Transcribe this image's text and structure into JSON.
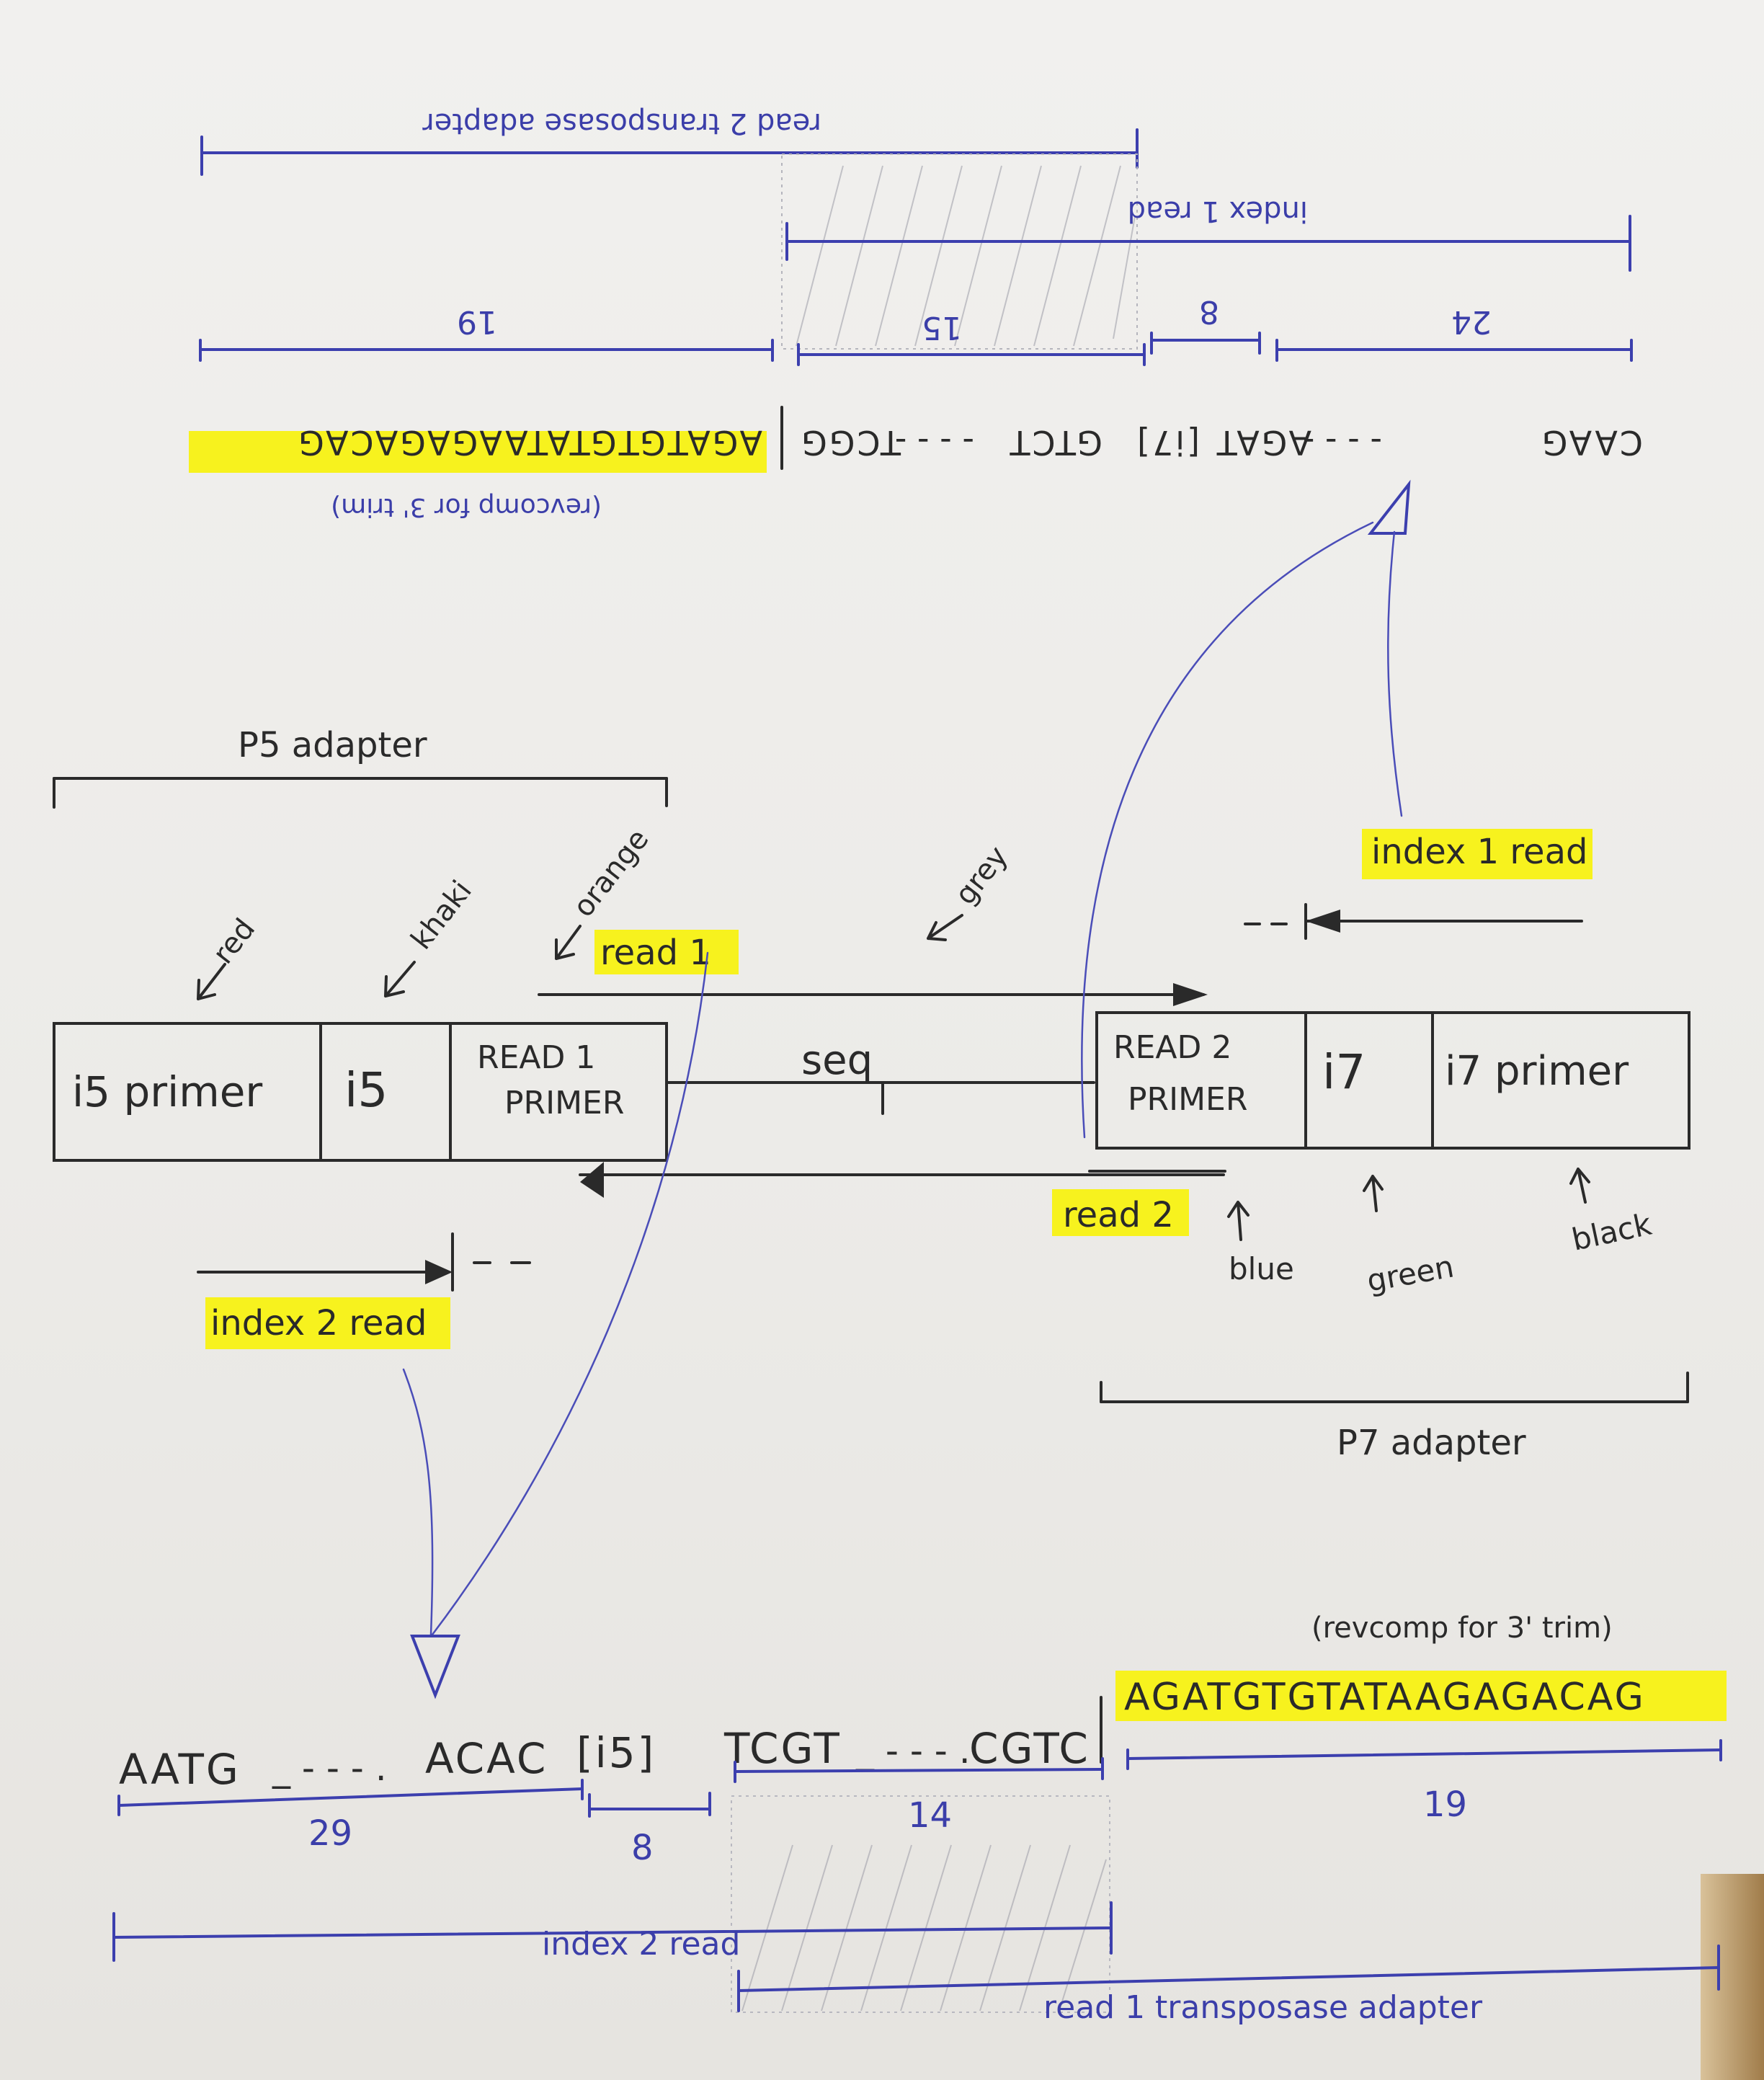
{
  "top_section": {
    "read2_transposase_adapter": "read 2 transposase adapter",
    "index1_read": "index 1 read",
    "dim_19": "19",
    "dim_15": "15",
    "dim_8": "8",
    "dim_24": "24",
    "seq_highlight": "AGATGTGTATAAGAGACAG",
    "seq_part1": "TCGG",
    "seq_part2": "GTCT",
    "seq_part3": "[i7]",
    "seq_part4": "AGAT",
    "seq_part5": "CAAG",
    "revcomp_note": "(revcomp for 3' trim)"
  },
  "middle_section": {
    "p5_adapter": "P5 adapter",
    "p7_adapter": "P7 adapter",
    "box_i5_primer": "i5 primer",
    "box_i5": "i5",
    "box_read1_primer_l1": "READ 1",
    "box_read1_primer_l2": "PRIMER",
    "box_seq": "seq",
    "box_read2_primer_l1": "READ 2",
    "box_read2_primer_l2": "PRIMER",
    "box_i7": "i7",
    "box_i7_primer": "i7 primer",
    "color_red": "red",
    "color_khaki": "khaki",
    "color_orange": "orange",
    "color_grey": "grey",
    "color_blue": "blue",
    "color_green": "green",
    "color_black": "black",
    "read1": "read 1",
    "read2": "read 2",
    "index1_read": "index 1 read",
    "index2_read": "index 2 read"
  },
  "bottom_section": {
    "revcomp_note": "(revcomp for 3' trim)",
    "seq_part1": "AATG",
    "seq_part2": "ACAC",
    "seq_part3": "[i5]",
    "seq_part4": "TCGT",
    "seq_part5": "CGTC",
    "seq_highlight": "AGATGTGTATAAGAGACAG",
    "dim_29": "29",
    "dim_8": "8",
    "dim_14": "14",
    "dim_19": "19",
    "index2_read": "index 2 read",
    "read1_transposase_adapter": "read 1 transposase adapter"
  },
  "colors": {
    "paper": "#ecebe8",
    "ink_black": "#2a2a2a",
    "ink_blue": "#3c3fae",
    "highlight": "#f7f21e"
  }
}
